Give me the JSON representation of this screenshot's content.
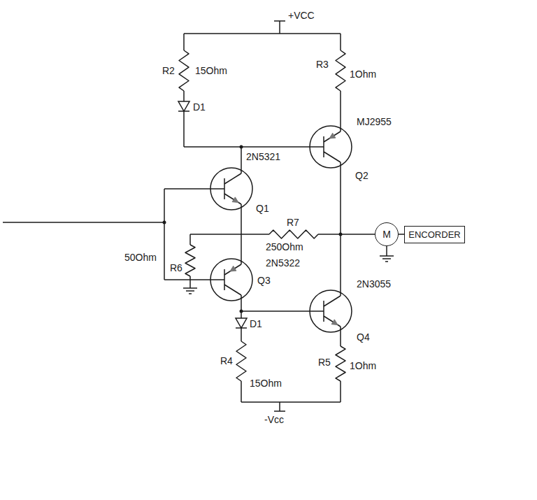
{
  "diagram": {
    "nodes": [
      {
        "text": [
          "M"
        ]
      },
      {
        "text": [
          "ENCORDER"
        ]
      }
    ],
    "edges": [
      {
        "from": 0,
        "to": 1,
        "arrow": "none"
      }
    ],
    "labels": [
      "+VCC",
      "R2",
      "15Ohm",
      "R3",
      "1Ohm",
      "D1",
      "MJ2955",
      "2N5321",
      "Q2",
      "Q1",
      "R7",
      "250Ohm",
      "2N5322",
      "Q3",
      "50Ohm",
      "R6",
      "D1",
      "2N3055",
      "Q4",
      "R4",
      "15Ohm",
      "R5",
      "1Ohm",
      "-Vcc"
    ]
  }
}
